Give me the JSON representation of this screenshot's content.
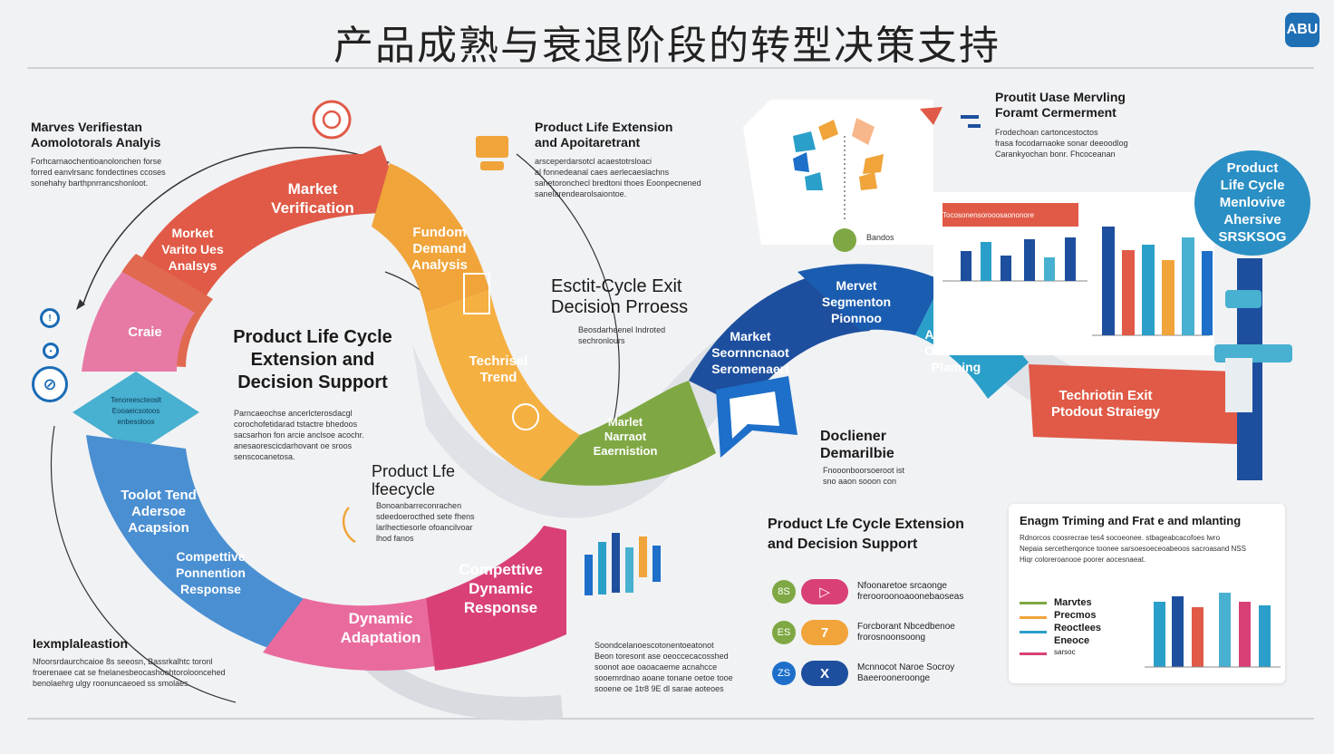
{
  "title": "产品成熟与衰退阶段的转型决策支持",
  "logo_text": "ABU",
  "colors": {
    "red": "#e05a47",
    "orange": "#f0a43a",
    "pink": "#e67aa5",
    "blue": "#4a8fd1",
    "magenta": "#d94078",
    "teal": "#48b0d0",
    "green": "#7fa844",
    "navy": "#1d4f9e",
    "cyan": "#2a9fc9"
  },
  "top_left_block": {
    "heading": "Marves Verifiestan\nAomolotorals Analyis",
    "body": "Forhcarnaochentioanolonchen forse\nforred eanvlrsanc fondectines ccoses\nsonehahy barthpnrrancshonloot."
  },
  "top_center_block": {
    "heading": "Product Life Extension\nand Apoitaretrant",
    "body": "arsceperdarsotcl acaestotrsloaci\nal fonnedeanal caes aerlecaeslachns\nsanetoronchecl bredtoni thoes Eoonpecnened\nsanelarendearolsaiontoe."
  },
  "top_right_block": {
    "heading": "Proutit Uase Mervling\nForamt Cermerment",
    "body": "Frodechoan cartoncestoctos\nfrasa focodarnaoke sonar deeoodlog\nCarankyochan bonr. Fhcoceanan"
  },
  "ring_segments": {
    "market_verification": "Market\nVerification",
    "function_demand": "Fundom\nDemand\nAnalysis",
    "technical_trend": "Techrisel\nTrend",
    "market_node": "Marlet\nNarraot\nEaernistion",
    "dynamic_adaptation": "Dynamic\nAdaptation",
    "competitive_dynamic": "Compettive\nDynamic\nResponse",
    "competitive_positioning": "Compettive\nPonnention\nResponse",
    "tool_trend": "Toolot Tend\nAdersoe\nAcapsion",
    "create": "Craie",
    "market_value": "Morket\nVarito Ues\nAnalsys"
  },
  "center_block": {
    "heading": "Product Life Cycle\nExtension and\nDecision Support",
    "body": "Parncaeochse ancerlcterosdacgl\ncorochofetidarad tstactre bhedoos\nsacsarhon fon arcie anclsoe acochr.\nanesaorescicdarhovant oe sroos\nsenscocanetosa."
  },
  "diamond_text": "Tenoreescteoslt\nEooaeicsotoos\nenbesoloos",
  "exit_process": {
    "heading": "Esctit-Cycle Exit\nDecision Prroess",
    "body": "Beosdarheenel Indroted\nsechronlours"
  },
  "lifecycle_label": {
    "heading": "Product Lfe\nlfeecycle",
    "body": "Bonoanbarreconrachen\nsdeedoerocthed sete fhens\nlarlhectiesorle ofoancilvoar\nlhod fanos"
  },
  "bottom_left_block": {
    "heading": "Iexmplaleastion",
    "body": "Nfoorsrdaurchcaioe 8s seeosn, Bassrkalhtc toronl\nfroerenaee cat se fnelanesbeocashoohtorolooncehed\nbenolaehrg ulgy roonuncaeoed ss smolaes"
  },
  "bottom_center_text": "Soondcelanoescotonentoeatonot\nBeon toresont ase oeoccecacosshed\nsoonot aoe oaoacaeme acnahcce\nsooemrdnao aoane tonane oetoe tooe\nsooene oe 1tr8 9E dl sarae aoteoes",
  "wave_segments": {
    "market_segmentation": "Market\nSeornncnaot\nSeromenaert",
    "market_segmentation_2": "Mervet\nSegmenton\nPionnoo",
    "alternative_planning": "Alternatvo\nOnonuoov\nPlaming",
    "technical_exit": "Techriotin Exit\nPtodout Straiegy"
  },
  "decision_block": {
    "heading": "Docliener\nDemarilbie",
    "body": "Fnooonboorsoeroot ist\nsno aaon sooon con"
  },
  "bandos_label": "Bandos",
  "product_badge": "Product\nLife Cycle\nMenlovive\nAhersive\nSRSKSOG",
  "right_card_heading": "Tocosonensorooosaononore",
  "extension_block": {
    "heading": "Product Lfe Cycle Extension\nand Decision Support"
  },
  "pill_items": [
    {
      "code": "8S",
      "symbol": "▷",
      "text": "Nfoonaretoe srcaonge\nfrerooroonoaoonebaoseas"
    },
    {
      "code": "ES",
      "symbol": "7",
      "text": "Forcborant Nbcedbenoe\nfrorosnoonsoong"
    },
    {
      "code": "ZS",
      "symbol": "X",
      "text": "Mcnnocot Naroe Socroy\nBaeerooneroonge"
    }
  ],
  "timing_card": {
    "heading": "Enagm Triming and Frat e and mlanting",
    "body": "Rdnorcos coosrecrae tes4 socoeonee. stbageabcacofoes lwro\nNepaia sercetherqonce toonee sarsoesoeceoabeoos sacroasand NSS\nHiqr coloreroanooe poorer aocesnaeat.",
    "legend": [
      "Marvtes",
      "Precmos",
      "Reoctlees",
      "Eneoce",
      "sarsoc"
    ]
  }
}
